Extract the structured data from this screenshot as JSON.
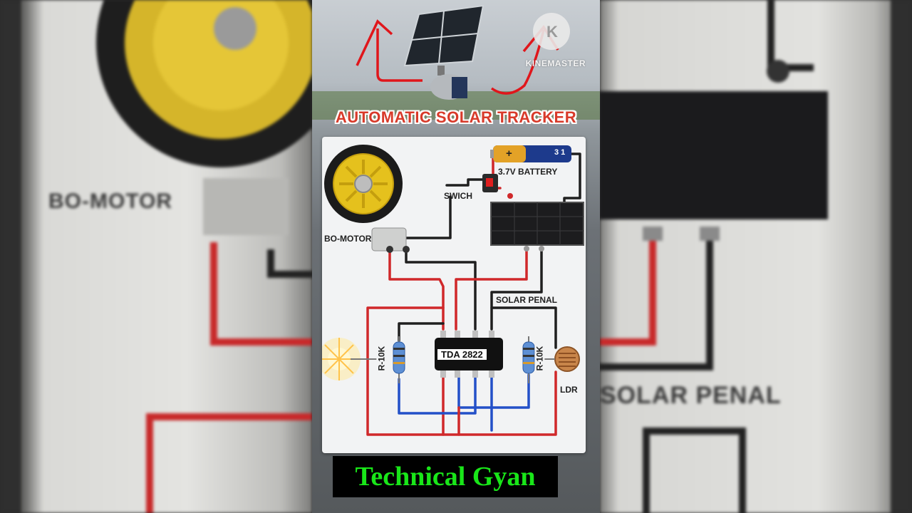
{
  "title": "AUTOMATIC SOLAR TRACKER",
  "watermark": "KINEMASTER",
  "channel": "Technical Gyan",
  "labels": {
    "battery": "3.7V BATTERY",
    "battery_plus": "+",
    "battery_cell": "3 1",
    "switch": "SWICH",
    "motor": "BO-MOTOR",
    "panel": "SOLAR PENAL",
    "chip": "TDA 2822",
    "res_left": "R-10K",
    "res_right": "R-10K",
    "ldr": "LDR"
  },
  "background": {
    "left_label": "BO-MOTOR",
    "right_label": "SOLAR PENAL"
  },
  "colors": {
    "title": "#d83a2a",
    "wire_red": "#d0282a",
    "wire_black": "#1f1f1f",
    "wire_blue": "#2350c8",
    "banner_text": "#19e619"
  }
}
